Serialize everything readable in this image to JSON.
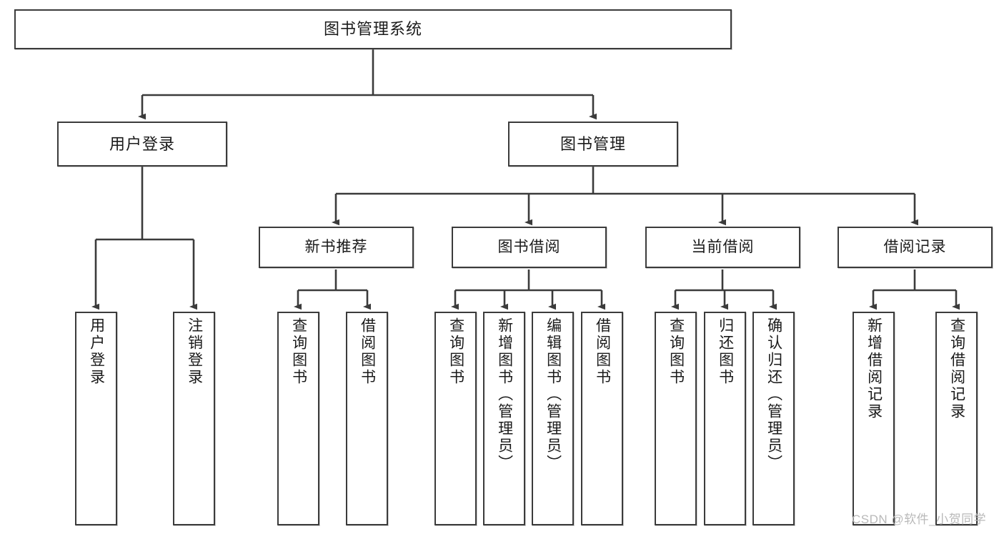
{
  "diagram": {
    "type": "tree-hierarchy",
    "title": "图书管理系统",
    "watermark": "CSDN @软件_小贺同学",
    "colors": {
      "stroke": "#3b3b3b",
      "fill": "#ffffff",
      "text": "#1a1a1a",
      "watermark": "#b9b9b9"
    },
    "root": {
      "id": "root",
      "label": "图书管理系统"
    },
    "level1": [
      {
        "id": "user-login",
        "label": "用户登录"
      },
      {
        "id": "book-management",
        "label": "图书管理"
      }
    ],
    "level2": [
      {
        "id": "new-book-recommend",
        "label": "新书推荐",
        "parent": "book-management"
      },
      {
        "id": "book-borrow",
        "label": "图书借阅",
        "parent": "book-management"
      },
      {
        "id": "current-borrow",
        "label": "当前借阅",
        "parent": "book-management"
      },
      {
        "id": "borrow-record",
        "label": "借阅记录",
        "parent": "book-management"
      }
    ],
    "leaves": {
      "user-login": [
        {
          "id": "leaf-user-login",
          "label": "用户登录"
        },
        {
          "id": "leaf-user-logout",
          "label": "注销登录"
        }
      ],
      "new-book-recommend": [
        {
          "id": "leaf-query-book-1",
          "label": "查询图书"
        },
        {
          "id": "leaf-borrow-book-1",
          "label": "借阅图书"
        }
      ],
      "book-borrow": [
        {
          "id": "leaf-query-book-2",
          "label": "查询图书"
        },
        {
          "id": "leaf-add-book-admin",
          "label": "新增图书（管理员）"
        },
        {
          "id": "leaf-edit-book-admin",
          "label": "编辑图书（管理员）"
        },
        {
          "id": "leaf-borrow-book-2",
          "label": "借阅图书"
        }
      ],
      "current-borrow": [
        {
          "id": "leaf-query-book-3",
          "label": "查询图书"
        },
        {
          "id": "leaf-return-book",
          "label": "归还图书"
        },
        {
          "id": "leaf-confirm-return-admin",
          "label": "确认归还（管理员）"
        }
      ],
      "borrow-record": [
        {
          "id": "leaf-add-borrow-record",
          "label": "新增借阅记录"
        },
        {
          "id": "leaf-query-borrow-record",
          "label": "查询借阅记录"
        }
      ]
    }
  }
}
